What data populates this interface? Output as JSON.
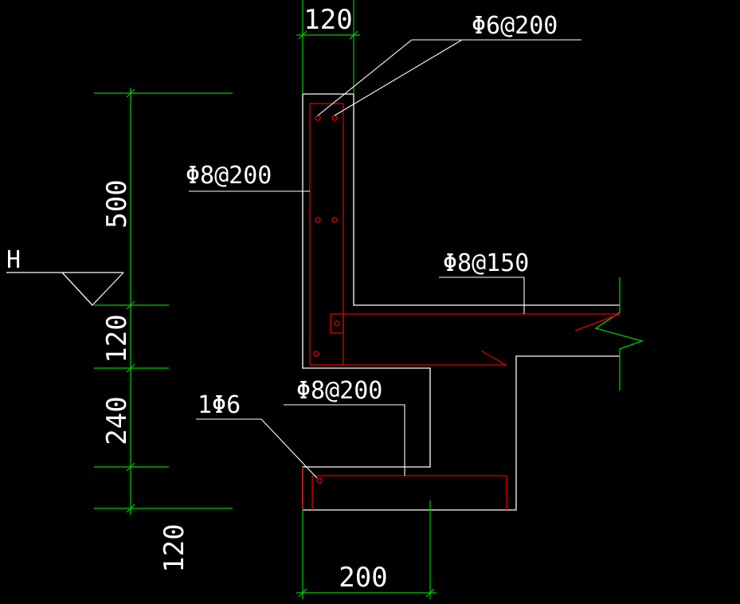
{
  "colors": {
    "background": "#000000",
    "outline": "#ffffff",
    "rebar": "#e00000",
    "dimension": "#00cc00",
    "text": "#ffffff"
  },
  "dimensions": {
    "top_width": "120",
    "parapet_height": "500",
    "slab_thickness": "120",
    "beam_depth": "240",
    "base_thickness": "120",
    "bottom_width": "200"
  },
  "rebar_labels": {
    "top_bars": "Φ6@200",
    "vertical_bars": "Φ8@200",
    "slab_bars": "Φ8@150",
    "base_bars": "Φ8@200",
    "corner_bar": "1Φ6"
  },
  "level_marker": {
    "label": "H"
  }
}
